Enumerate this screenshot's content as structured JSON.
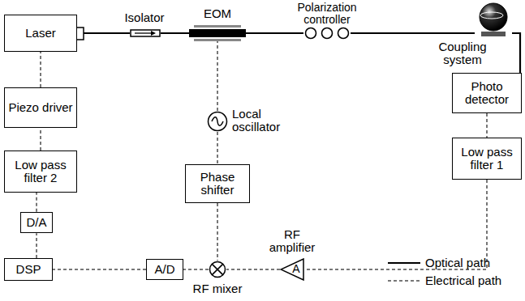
{
  "diagram": {
    "nodes": [
      {
        "text": [
          "Laser"
        ]
      },
      {
        "text": [
          "Isolator"
        ]
      },
      {
        "text": [
          "EOM"
        ]
      },
      {
        "text": [
          "Polarization controller"
        ]
      },
      {
        "text": [
          "Coupling system"
        ]
      },
      {
        "text": [
          "Piezo driver"
        ]
      },
      {
        "text": [
          "Local oscillator"
        ]
      },
      {
        "text": [
          "Photo detector"
        ]
      },
      {
        "text": [
          "Low pass filter 2"
        ]
      },
      {
        "text": [
          "Phase shifter"
        ]
      },
      {
        "text": [
          "Low pass filter 1"
        ]
      },
      {
        "text": [
          "D/A"
        ]
      },
      {
        "text": [
          "RF amplifier",
          "A"
        ]
      },
      {
        "text": [
          "DSP"
        ]
      },
      {
        "text": [
          "A/D"
        ]
      },
      {
        "text": [
          "RF mixer"
        ]
      }
    ],
    "edges": [
      {
        "from": 0,
        "to": 1,
        "arrow": "none"
      },
      {
        "from": 1,
        "to": 2,
        "arrow": "none"
      },
      {
        "from": 2,
        "to": 3,
        "arrow": "none"
      },
      {
        "from": 3,
        "to": 4,
        "arrow": "none"
      },
      {
        "from": 4,
        "to": 7,
        "arrow": "none"
      },
      {
        "from": 7,
        "to": 10,
        "arrow": "none"
      },
      {
        "from": 10,
        "to": 12,
        "arrow": "none"
      },
      {
        "from": 12,
        "to": 15,
        "arrow": "none"
      },
      {
        "from": 6,
        "to": 2,
        "arrow": "none"
      },
      {
        "from": 6,
        "to": 9,
        "arrow": "none"
      },
      {
        "from": 9,
        "to": 15,
        "arrow": "none"
      },
      {
        "from": 15,
        "to": 14,
        "arrow": "none"
      },
      {
        "from": 14,
        "to": 13,
        "arrow": "none"
      },
      {
        "from": 13,
        "to": 11,
        "arrow": "none"
      },
      {
        "from": 11,
        "to": 8,
        "arrow": "none"
      },
      {
        "from": 8,
        "to": 5,
        "arrow": "none"
      },
      {
        "from": 5,
        "to": 0,
        "arrow": "none"
      }
    ],
    "legend": [
      {
        "text": "Optical path"
      },
      {
        "text": "Electrical path"
      }
    ]
  }
}
